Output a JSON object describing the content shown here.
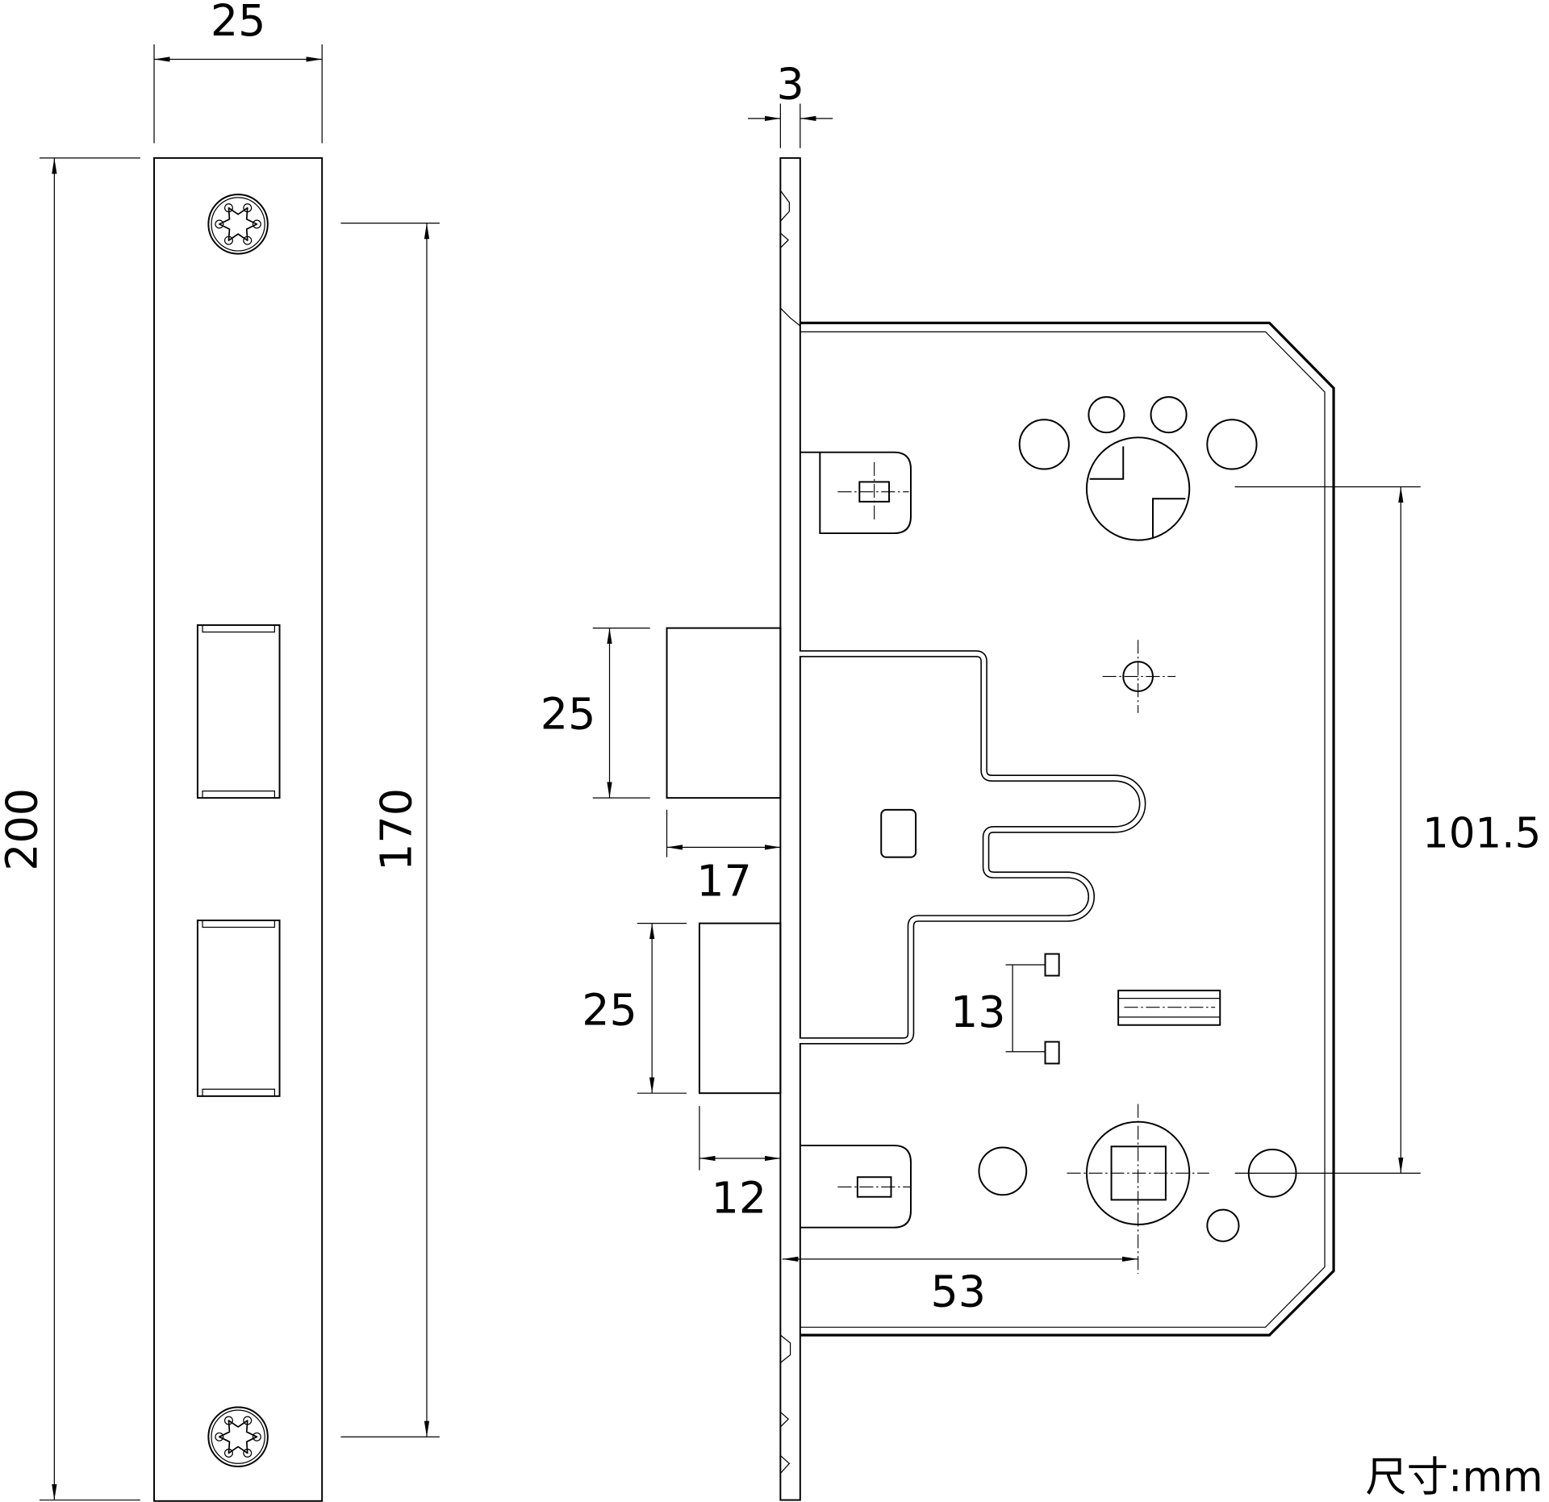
{
  "faceplate_front": {
    "width_label": "25",
    "length_label": "200",
    "screw_spacing_label": "170"
  },
  "lock_body": {
    "faceplate_thickness_label": "3",
    "latch_bolt_height_label": "25",
    "latch_bolt_throw_label": "17",
    "deadbolt_height_label": "25",
    "deadbolt_throw_label": "12",
    "backset_label": "53",
    "center_distance_label": "101.5",
    "slot_spacing_label": "13"
  },
  "units_label": "尺寸:mm",
  "colors": {
    "line": "#000000",
    "background": "#ffffff"
  }
}
